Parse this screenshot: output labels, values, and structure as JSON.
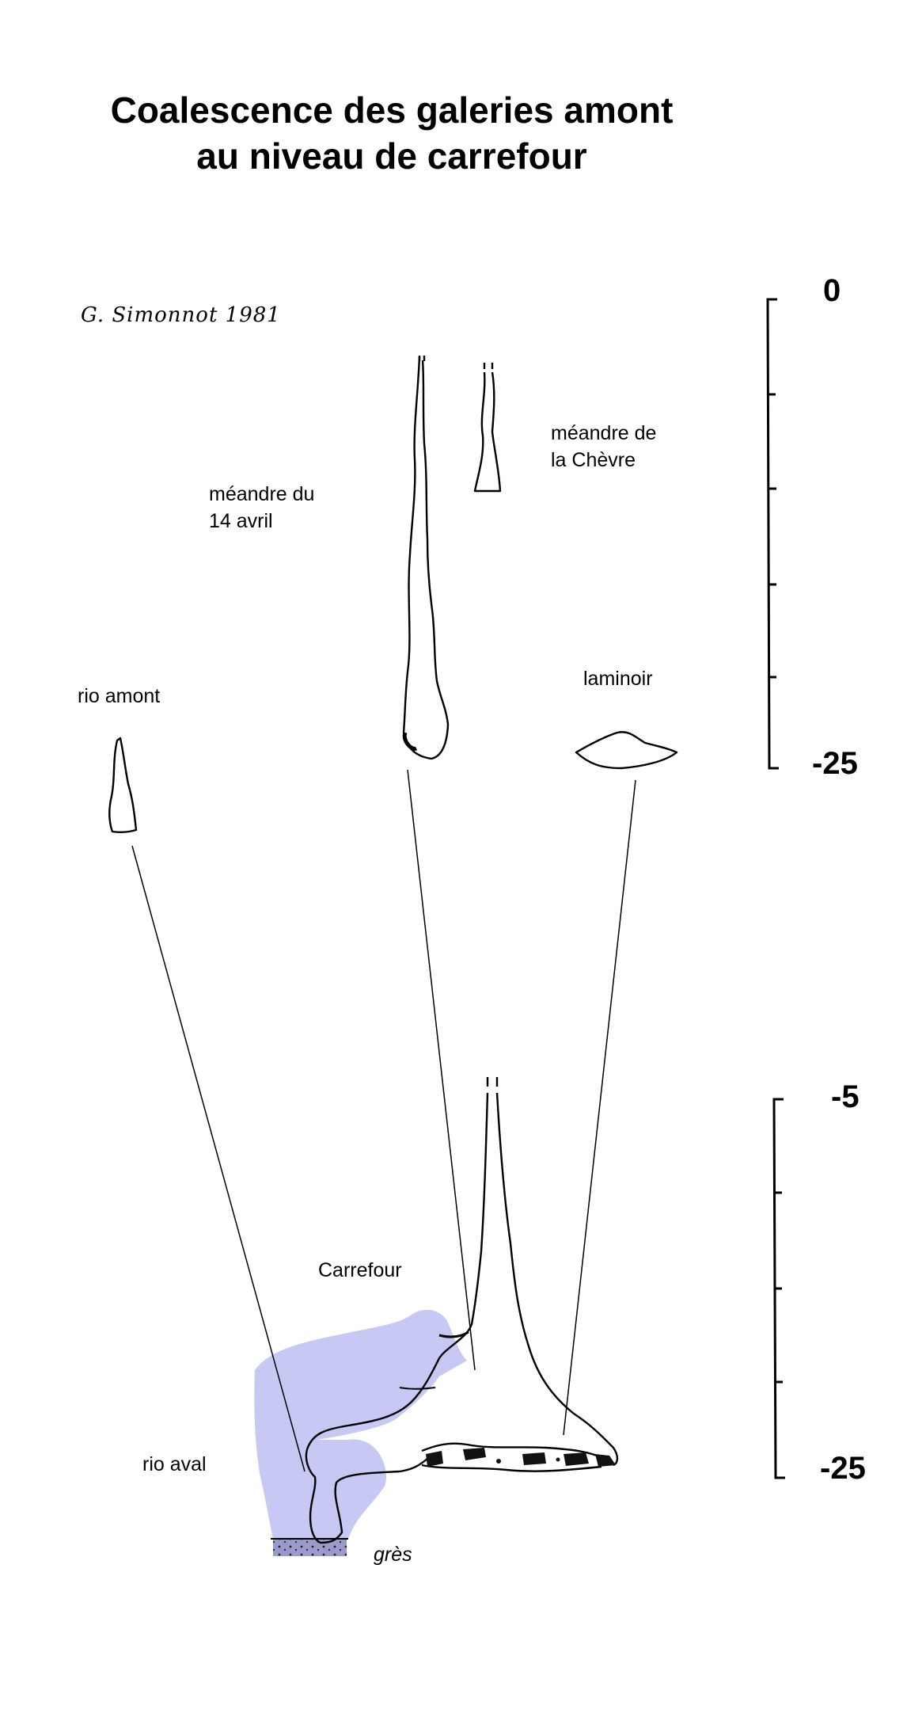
{
  "title": {
    "line1": "Coalescence des galeries amont",
    "line2": "au niveau de carrefour"
  },
  "author": "G. Simonnot 1981",
  "labels": {
    "meandre_14_avril": [
      "méandre du",
      "14 avril"
    ],
    "meandre_chevre": [
      "méandre de",
      "la Chèvre"
    ],
    "rio_amont": "rio amont",
    "laminoir": "laminoir",
    "carrefour": "Carrefour",
    "rio_aval": "rio aval",
    "gres": "grès"
  },
  "scales": {
    "upper": {
      "top": "0",
      "bottom": "-25"
    },
    "lower": {
      "top": "-5",
      "bottom": "-25"
    }
  },
  "colors": {
    "water": "#c8c8f5",
    "gres": "#9a9acc",
    "ink": "#000000"
  }
}
